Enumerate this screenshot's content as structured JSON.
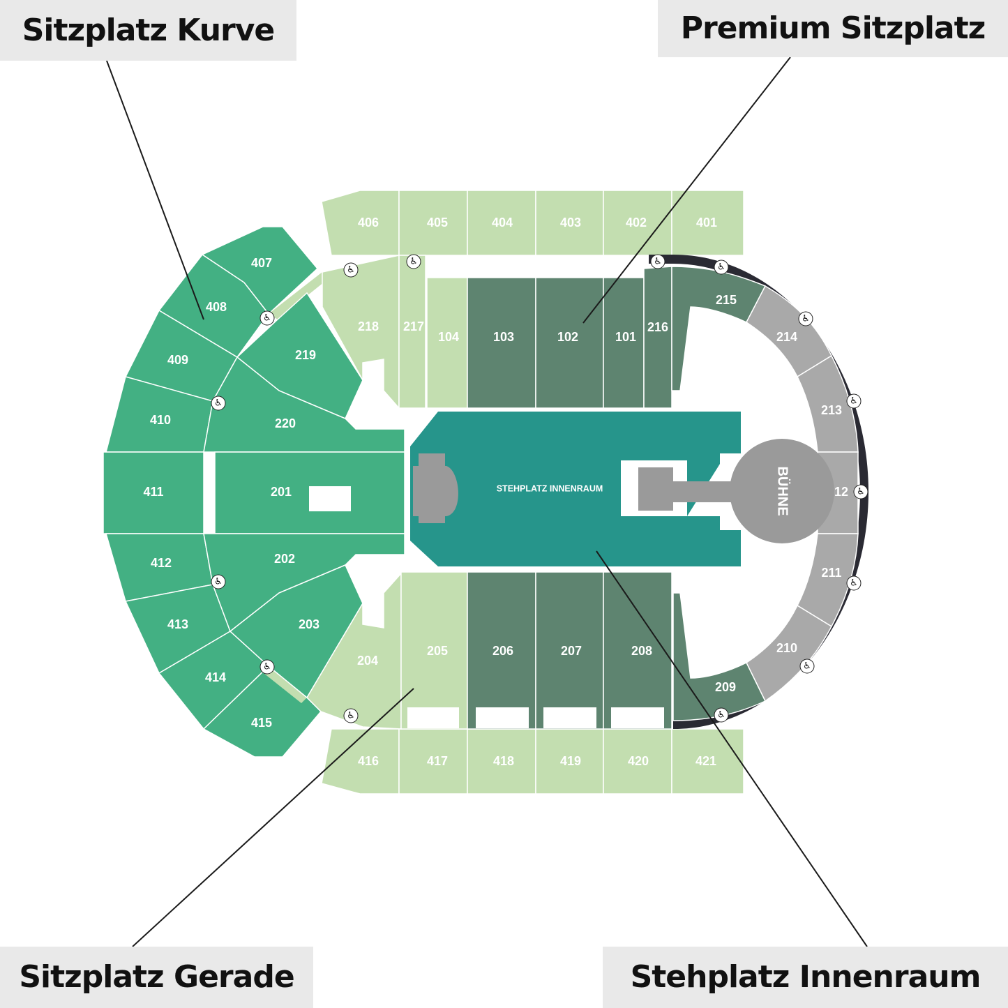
{
  "legend": {
    "sitzplatz_kurve": "Sitzplatz Kurve",
    "premium_sitzplatz": "Premium Sitzplatz",
    "sitzplatz_gerade": "Sitzplatz Gerade",
    "stehplatz_innenraum": "Stehplatz Innenraum"
  },
  "colors": {
    "kurve": "#43b083",
    "gerade": "#c3deb0",
    "premium": "#5e8470",
    "innenraum": "#26958b",
    "grey_seats": "#a9a9a9",
    "stage": "#9a9a9a",
    "ring": "#2a2a33"
  },
  "floor": {
    "label": "STEHPLATZ INNENRAUM",
    "stage_label": "BÜHNE"
  },
  "sections": {
    "s406": "406",
    "s405": "405",
    "s404": "404",
    "s403": "403",
    "s402": "402",
    "s401": "401",
    "s416": "416",
    "s417": "417",
    "s418": "418",
    "s419": "419",
    "s420": "420",
    "s421": "421",
    "s407": "407",
    "s408": "408",
    "s409": "409",
    "s410": "410",
    "s411": "411",
    "s412": "412",
    "s413": "413",
    "s414": "414",
    "s415": "415",
    "s218": "218",
    "s217": "217",
    "s104": "104",
    "s103": "103",
    "s102": "102",
    "s101": "101",
    "s216": "216",
    "s215": "215",
    "s214": "214",
    "s213": "213",
    "s212": "12",
    "s211": "211",
    "s210": "210",
    "s209": "209",
    "s219": "219",
    "s220": "220",
    "s201": "201",
    "s202": "202",
    "s203": "203",
    "s204": "204",
    "s205": "205",
    "s206": "206",
    "s207": "207",
    "s208": "208"
  },
  "wheelchair_icon": "wheelchair-icon",
  "wheelchair_glyph": "♿"
}
